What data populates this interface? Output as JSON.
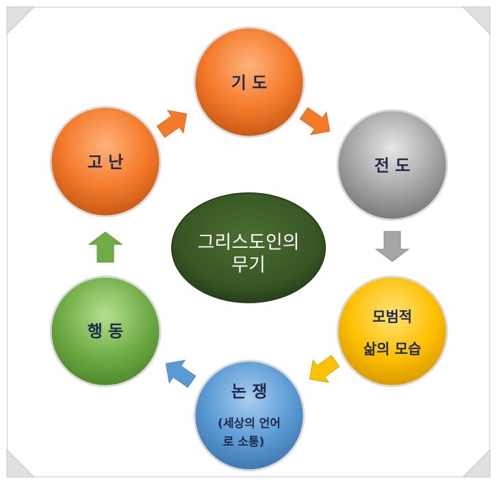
{
  "center": {
    "line1": "그리스도인의",
    "line2": "무기"
  },
  "nodes": {
    "prayer": {
      "label": "기 도"
    },
    "evangelism": {
      "label": "전 도"
    },
    "example": {
      "line1": "모범적",
      "line2": "삶의 모습"
    },
    "debate": {
      "line1": "논 쟁",
      "line2": "(세상의 언어",
      "line3": "로 소통)"
    },
    "action": {
      "label": "행 동"
    },
    "suffering": {
      "label": "고 난"
    }
  },
  "colors": {
    "orange": "#f47a2a",
    "gray": "#a6a6a6",
    "yellow": "#ffc000",
    "blue": "#5b9bd5",
    "green": "#70ad47",
    "center": "#375623"
  }
}
